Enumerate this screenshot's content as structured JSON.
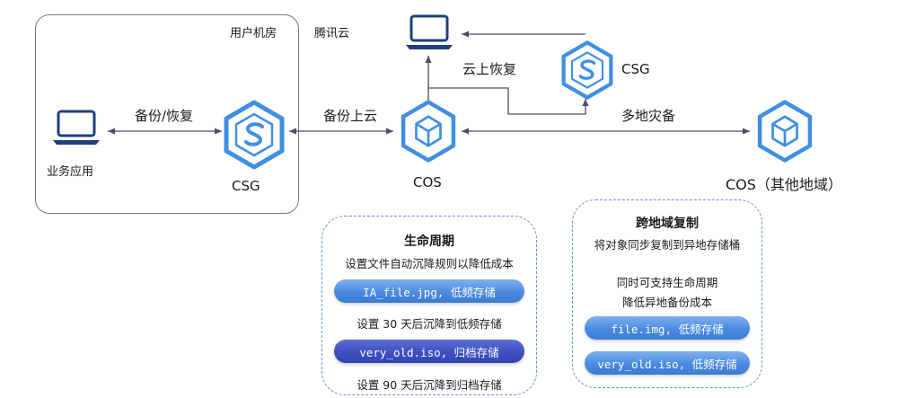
{
  "labels": {
    "user_room": "用户机房",
    "tencent_cloud": "腾讯云",
    "business_app": "业务应用",
    "backup_restore": "备份/恢复",
    "csg_local": "CSG",
    "backup_to_cloud": "备份上云",
    "cos_main": "COS",
    "cloud_restore": "云上恢复",
    "csg_cloud": "CSG",
    "multi_region_dr": "多地灾备",
    "cos_other": "COS（其他地域）"
  },
  "lifecycle": {
    "title": "生命周期",
    "subtitle": "设置文件自动沉降规则以降低成本",
    "pill1": "IA_file.jpg, 低频存储",
    "note1": "设置 30 天后沉降到低频存储",
    "pill2": "very_old.iso, 归档存储",
    "note2": "设置 90 天后沉降到归档存储"
  },
  "cross_region": {
    "title": "跨地域复制",
    "subtitle": "将对象同步复制到异地存储桶",
    "line1": "同时可支持生命周期",
    "line2": "降低异地备份成本",
    "pill1": "file.img, 低频存储",
    "pill2": "very_old.iso, 低频存储"
  },
  "colors": {
    "icon_blue": "#3f8fe4",
    "laptop_stroke": "#1f3f78",
    "arrow": "#4a4f66",
    "dash_border": "#6f8ed0"
  },
  "icons": {
    "laptop": "laptop-icon",
    "csg": "csg-hexagon-icon",
    "cos": "cos-hexagon-cube-icon"
  }
}
